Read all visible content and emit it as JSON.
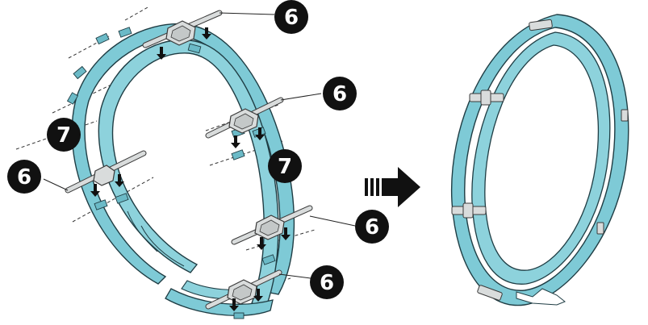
{
  "colors": {
    "ring_fill": "#7ecad6",
    "ring_fill_dark": "#5aaebb",
    "ring_stroke": "#1f3d44",
    "clip_fill": "#d9dcdc",
    "clip_stroke": "#3a3a3a",
    "arrow_fill": "#111111",
    "callout_fill": "#111111",
    "callout_text": "#ffffff"
  },
  "figure": {
    "left_panel": "exploded-assembly-view",
    "right_panel": "assembled-view",
    "transition_icon": "right-arrow-icon"
  },
  "callouts": [
    {
      "id": "c1",
      "label": "6"
    },
    {
      "id": "c2",
      "label": "6"
    },
    {
      "id": "c3",
      "label": "7"
    },
    {
      "id": "c4",
      "label": "6"
    },
    {
      "id": "c5",
      "label": "7"
    },
    {
      "id": "c6",
      "label": "6"
    },
    {
      "id": "c7",
      "label": "6"
    }
  ]
}
